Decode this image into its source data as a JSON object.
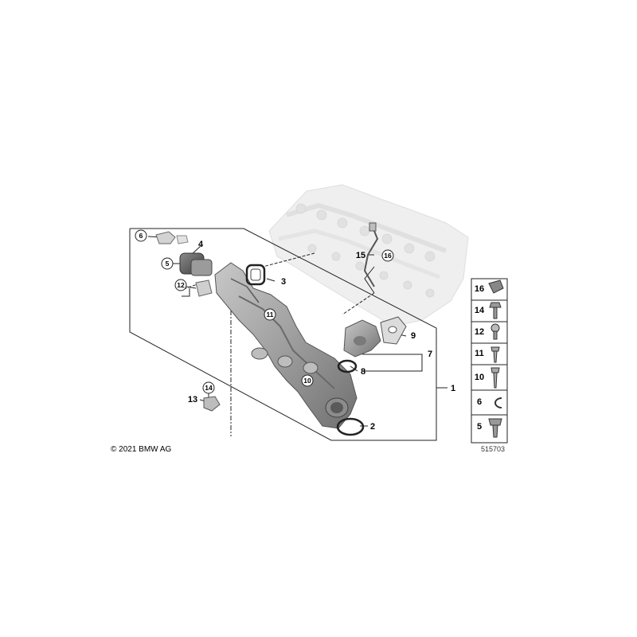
{
  "callouts": {
    "c1": "1",
    "c2": "2",
    "c3": "3",
    "c4": "4",
    "c5": "5",
    "c6": "6",
    "c7": "7",
    "c8": "8",
    "c9": "9",
    "c10": "10",
    "c11": "11",
    "c12": "12",
    "c13": "13",
    "c14": "14",
    "c15": "15",
    "c16": "16"
  },
  "legend": {
    "items": [
      "16",
      "14",
      "12",
      "11",
      "10",
      "6",
      "5"
    ]
  },
  "footer": {
    "copyright": "© 2021 BMW AG",
    "document_number": "515703"
  },
  "colors": {
    "part_grey": "#a9a9a9",
    "block_grey": "#d9d9d9",
    "line": "#222222"
  }
}
